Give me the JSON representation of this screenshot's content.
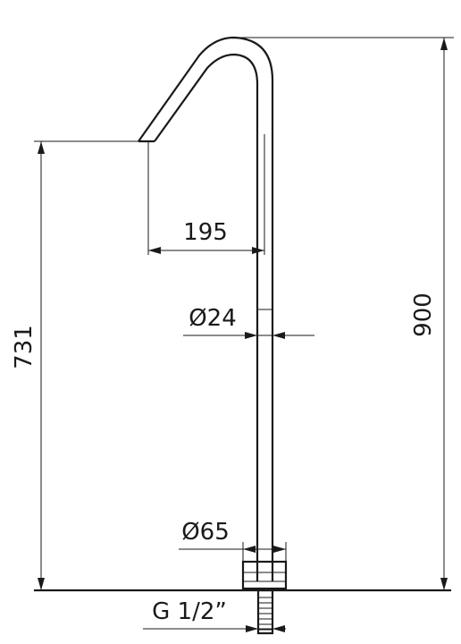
{
  "dimensions": {
    "total_height": "900",
    "spout_height": "731",
    "spout_reach": "195",
    "pipe_diameter": "Ø24",
    "base_diameter": "Ø65",
    "thread": "G 1/2”"
  }
}
